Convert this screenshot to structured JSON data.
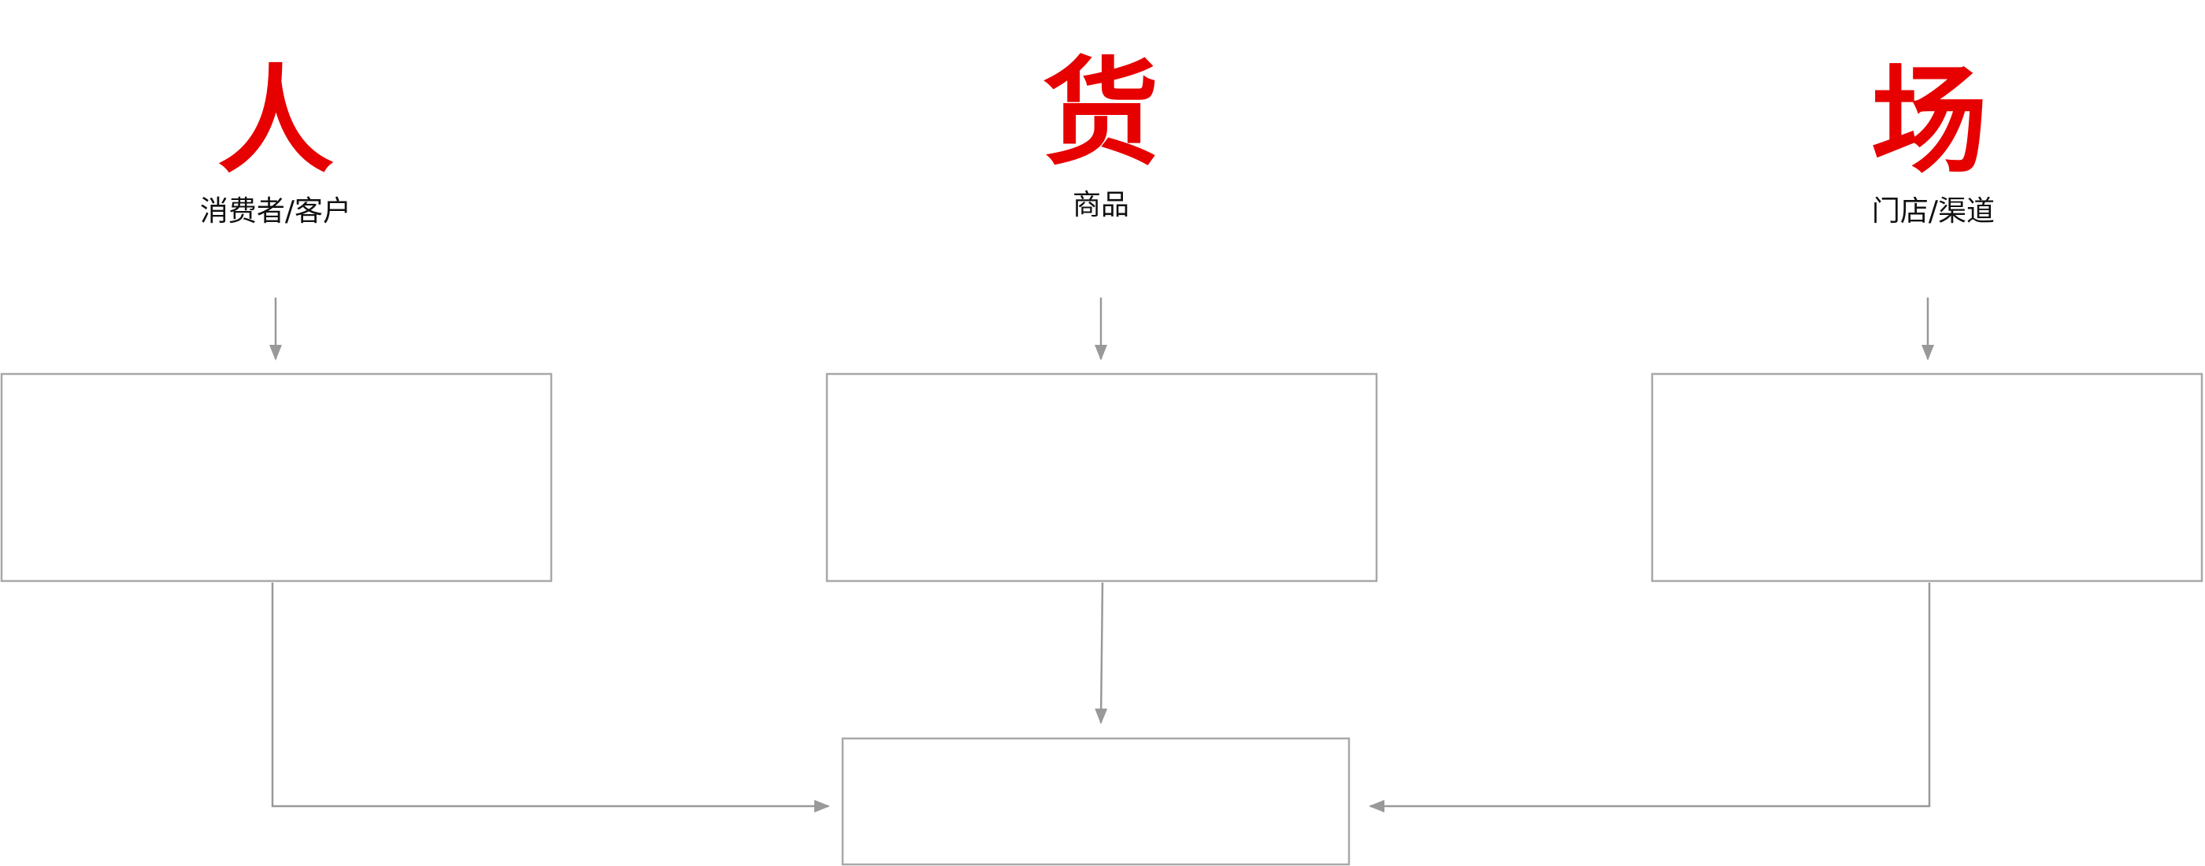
{
  "colors": {
    "accent": "#e60000",
    "text": "#111111",
    "line": "#999999",
    "box_border": "#a8a8a8"
  },
  "columns": [
    {
      "id": "people",
      "title": "人",
      "subtitle": "消费者/客户"
    },
    {
      "id": "goods",
      "title": "货",
      "subtitle": "商品"
    },
    {
      "id": "place",
      "title": "场",
      "subtitle": "门店/渠道"
    }
  ],
  "center_box": {
    "label": ""
  }
}
